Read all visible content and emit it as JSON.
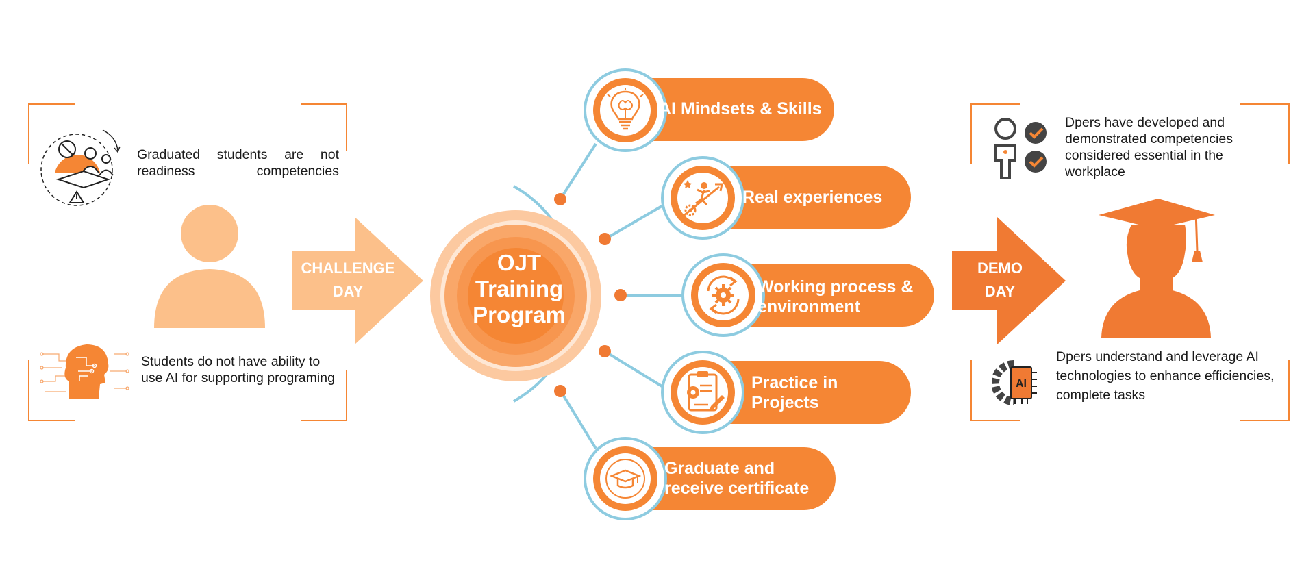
{
  "left_panel": {
    "problem_1": "Graduated students are not readiness competencies",
    "problem_2": "Students do not have ability to use AI for supporting programing"
  },
  "challenge_arrow": {
    "line1": "CHALLENGE",
    "line2": "DAY"
  },
  "center": {
    "line1": "OJT",
    "line2": "Training",
    "line3": "Program"
  },
  "stages": [
    {
      "label_line1": "AI Mindsets & Skills",
      "label_line2": "",
      "icon": "lightbulb-brain-icon"
    },
    {
      "label_line1": "Real experiences",
      "label_line2": "",
      "icon": "climbing-success-icon"
    },
    {
      "label_line1": "Working process &",
      "label_line2": "environment",
      "icon": "gear-cycle-icon"
    },
    {
      "label_line1": "Practice in",
      "label_line2": "Projects",
      "icon": "clipboard-gear-icon"
    },
    {
      "label_line1": "Graduate and",
      "label_line2": "receive certificate",
      "icon": "graduation-cap-icon"
    }
  ],
  "demo_arrow": {
    "line1": "DEMO",
    "line2": "DAY"
  },
  "right_panel": {
    "outcome_1": "Dpers have developed and demonstrated competencies considered essential in the workplace",
    "outcome_2": "Dpers understand and leverage AI technologies to enhance efficiencies, complete tasks",
    "ai_chip_label": "AI"
  },
  "colors": {
    "orange": "#f58634",
    "dark_orange": "#f07a33",
    "light_orange": "#fcc08a",
    "blue_line": "#8dcbe0"
  }
}
